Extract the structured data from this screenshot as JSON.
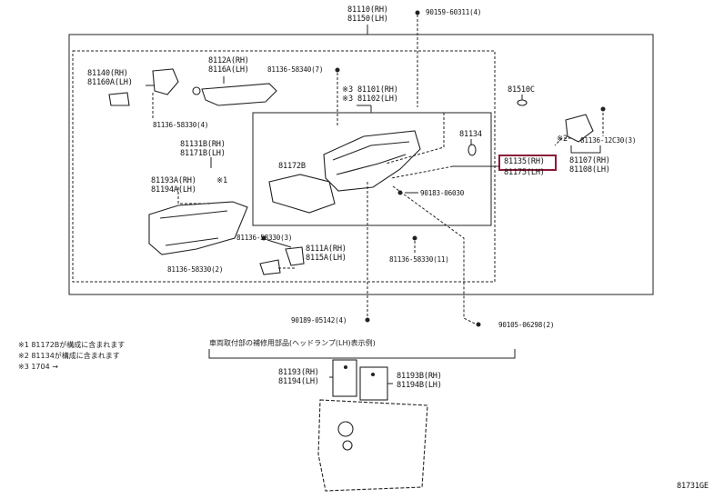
{
  "diagram": {
    "figure_code": "81731GE",
    "colors": {
      "line": "#222222",
      "highlight": "#8b1a3a",
      "background": "#ffffff"
    },
    "labels": {
      "top_rh": "81110(RH)",
      "top_lh": "81150(LH)",
      "screw_top": "90159-60311(4)",
      "housing_rh": "81140(RH)",
      "housing_lh": "81160A(LH)",
      "screw_left": "81136-58330(4)",
      "bracket_rh": "8112A(RH)",
      "bracket_lh": "8116A(LH)",
      "screw_mid": "81136-58340(7)",
      "unit_rh": "※3 81101(RH)",
      "unit_lh": "※3 81102(LH)",
      "cap": "81510C",
      "lens_rh": "81131B(RH)",
      "lens_lh": "81171B(LH)",
      "seal": "81172B",
      "socket": "81134",
      "marker_2": "※2",
      "screw_right": "81136-12C30(3)",
      "part_rh_hl": "81135(RH)",
      "part_lh_hl": "81175(LH)",
      "motor_rh": "81107(RH)",
      "motor_lh": "81108(LH)",
      "cover_rh": "81193A(RH)",
      "cover_lh": "81194A(LH)",
      "marker_1": "※1",
      "screw_center": "90183-06030",
      "screw_low1": "81136-58330(3)",
      "bracket2_rh": "8111A(RH)",
      "bracket2_lh": "8115A(LH)",
      "screw_low2": "81136-58330(11)",
      "screw_low3": "81136-58330(2)",
      "screw_bottom": "90189-05142(4)",
      "screw_bottom_right": "90105-06298(2)",
      "kit_rh": "81193(RH)",
      "kit_lh": "81194(LH)",
      "kit2_rh": "81193B(RH)",
      "kit2_lh": "81194B(LH)"
    },
    "notes": [
      "※1 81172Bが構成に含まれます",
      "※2 81134が構成に含まれます",
      "※3 1704 →"
    ],
    "repair_caption": "車両取付部の補修用部品(ヘッドランプ(LH)表示例)"
  }
}
